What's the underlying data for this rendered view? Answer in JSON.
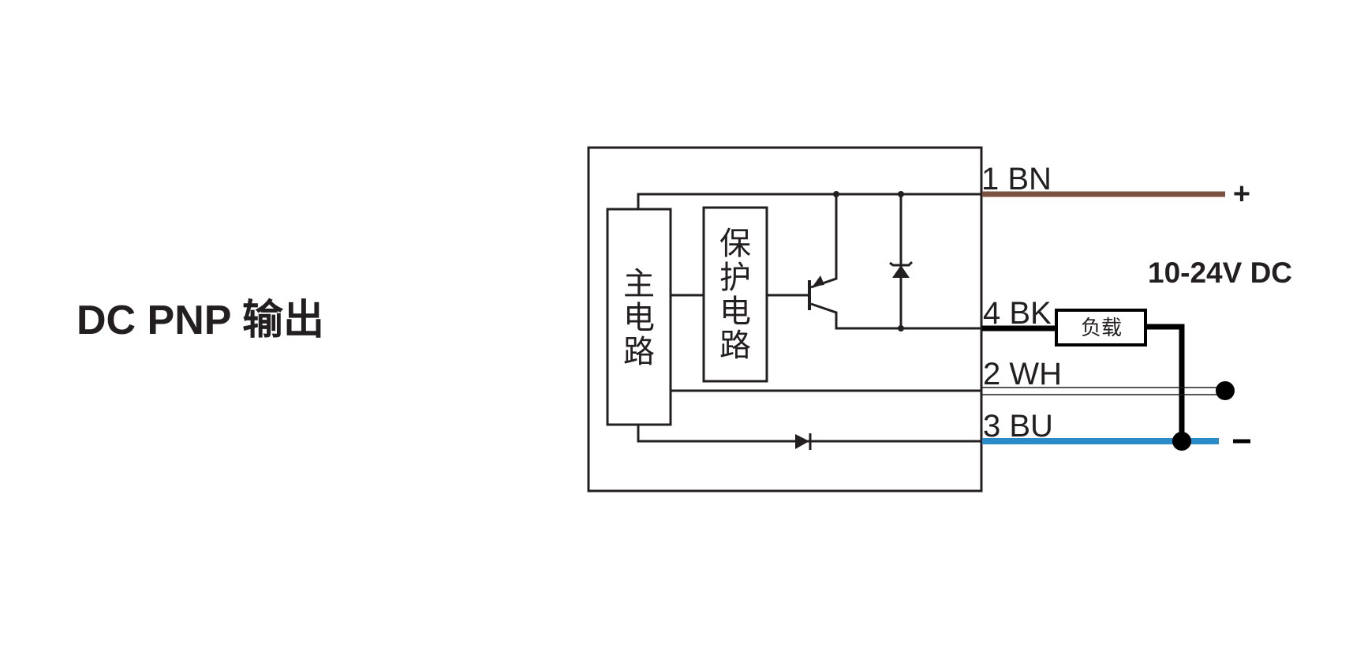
{
  "title": "DC PNP 输出",
  "blocks": {
    "main_circuit": [
      "主",
      "电",
      "路"
    ],
    "protection_circuit": [
      "保",
      "护",
      "电",
      "路"
    ],
    "load": "负载"
  },
  "wires": [
    {
      "pin": "1 BN",
      "color": "#7b5240"
    },
    {
      "pin": "4 BK",
      "color": "#000000"
    },
    {
      "pin": "2 WH",
      "color": "#ffffff"
    },
    {
      "pin": "3 BU",
      "color": "#2b8bc6"
    }
  ],
  "supply": {
    "voltage": "10-24V DC",
    "plus": "+",
    "minus": "–"
  }
}
